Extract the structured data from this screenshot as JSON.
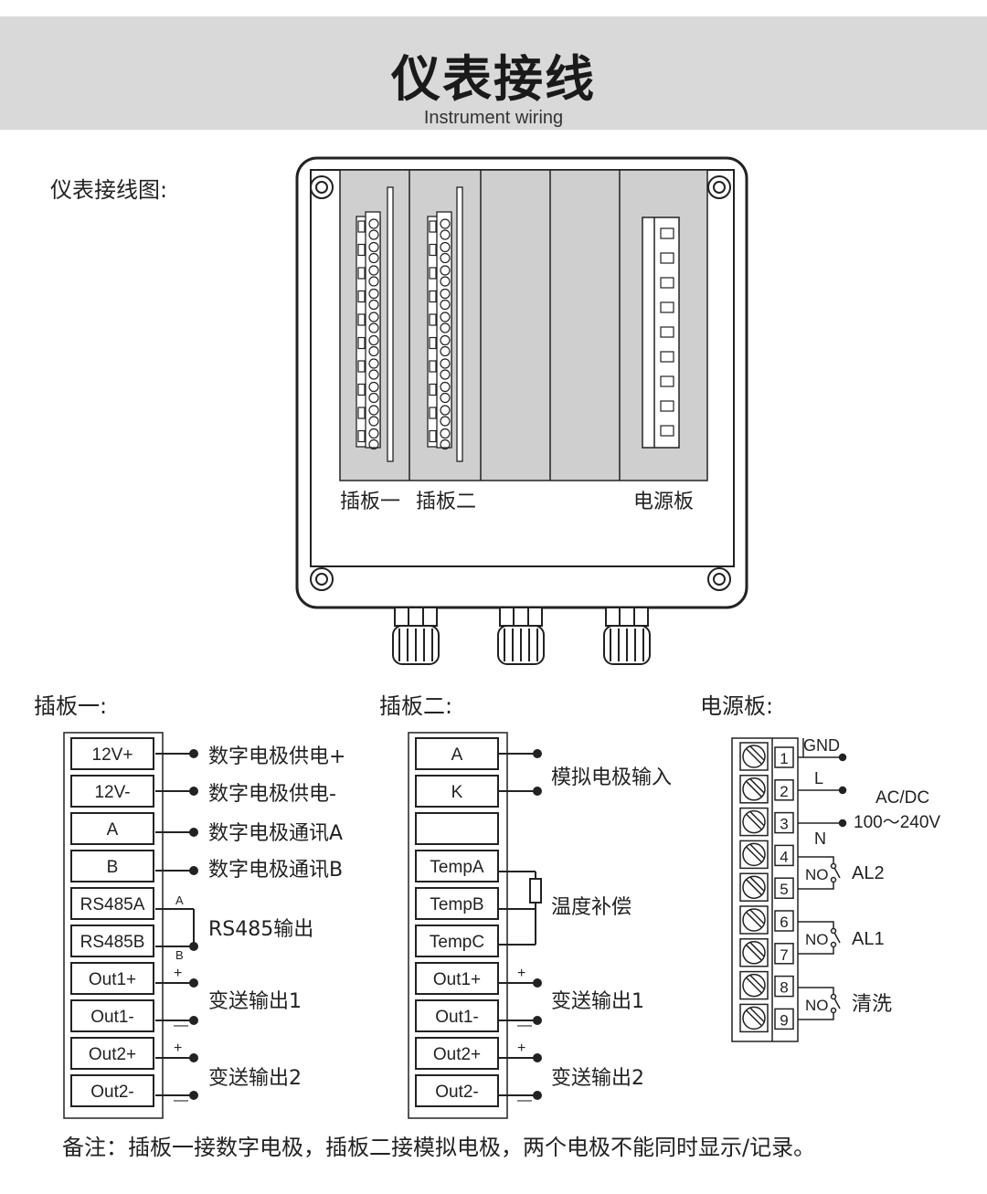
{
  "header": {
    "title": "仪表接线",
    "subtitle": "Instrument wiring"
  },
  "diagram_label": "仪表接线图:",
  "enclosure": {
    "slot_labels": {
      "board1": "插板一",
      "board2": "插板二",
      "power": "电源板"
    }
  },
  "board1": {
    "heading": "插板一:",
    "terminals": [
      "12V+",
      "12V-",
      "A",
      "B",
      "RS485A",
      "RS485B",
      "Out1+",
      "Out1-",
      "Out2+",
      "Out2-"
    ],
    "functions": [
      "数字电极供电+",
      "数字电极供电-",
      "数字电极通讯A",
      "数字电极通讯B",
      "RS485输出",
      "变送输出1",
      "变送输出2"
    ],
    "marks": {
      "a": "A",
      "b": "B",
      "plus": "+",
      "minus": "—"
    }
  },
  "board2": {
    "heading": "插板二:",
    "terminals": [
      "A",
      "K",
      "",
      "TempA",
      "TempB",
      "TempC",
      "Out1+",
      "Out1-",
      "Out2+",
      "Out2-"
    ],
    "functions": [
      "模拟电极输入",
      "温度补偿",
      "变送输出1",
      "变送输出2"
    ]
  },
  "power_board": {
    "heading": "电源板:",
    "terminals": [
      "1",
      "2",
      "3",
      "4",
      "5",
      "6",
      "7",
      "8",
      "9"
    ],
    "labels": {
      "gnd": "GND",
      "l": "L",
      "n": "N",
      "acdc": "AC/DC",
      "voltage": "100～240V",
      "no": "NO",
      "al2": "AL2",
      "al1": "AL1",
      "clean": "清洗"
    }
  },
  "note": "备注：插板一接数字电极，插板二接模拟电极，两个电极不能同时显示/记录。"
}
